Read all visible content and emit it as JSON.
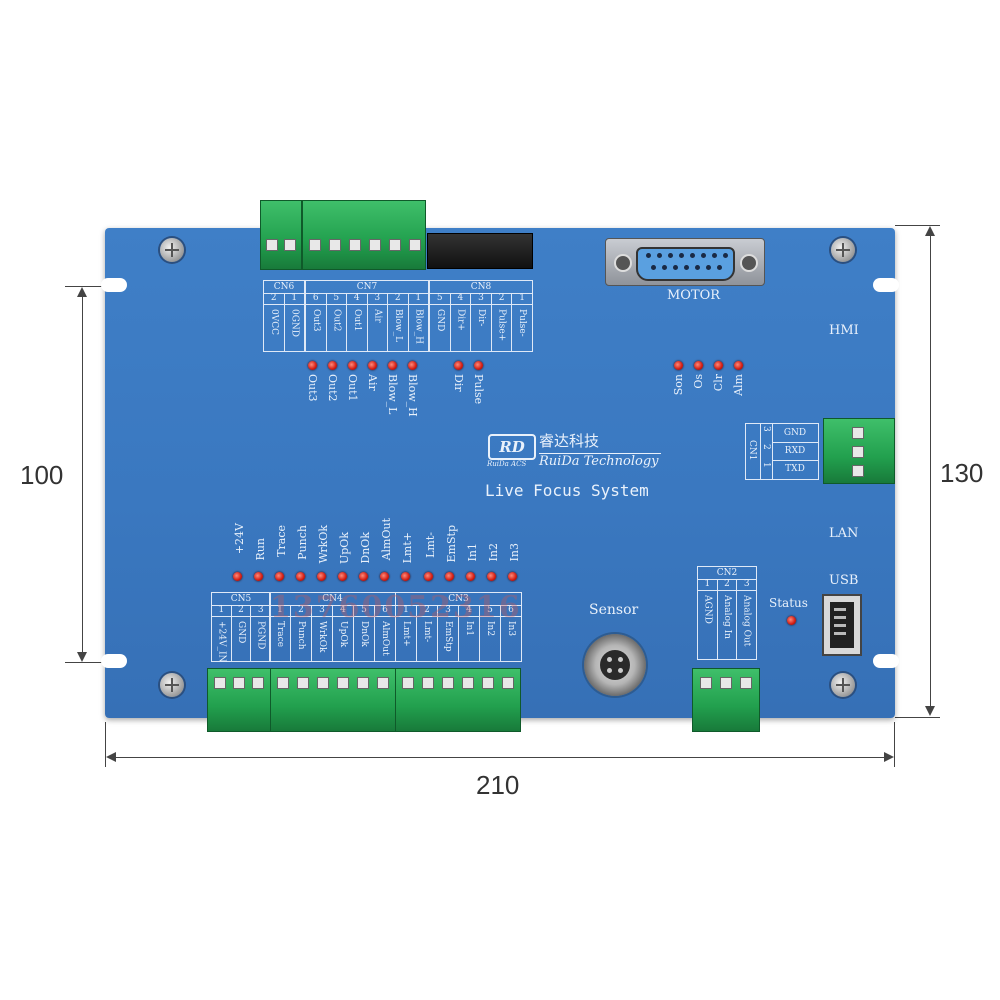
{
  "dimensions": {
    "left_height": "100",
    "right_height": "130",
    "width": "210"
  },
  "board": {
    "motor_label": "MOTOR",
    "hmi_label": "HMI",
    "lan_label": "LAN",
    "usb_label": "USB",
    "status_label": "Status",
    "sensor_label": "Sensor",
    "brand_cn": "睿达科技",
    "brand_en": "RuiDa Technology",
    "brand_small": "RuiDa ACS",
    "logo": "RD",
    "product_name": "Live Focus System",
    "watermark": "13760052316"
  },
  "cn6": {
    "name": "CN6",
    "nums": [
      "2",
      "1"
    ],
    "pins": [
      "0VCC",
      "0GND"
    ]
  },
  "cn7": {
    "name": "CN7",
    "nums": [
      "6",
      "5",
      "4",
      "3",
      "2",
      "1"
    ],
    "pins": [
      "Out3",
      "Out2",
      "Out1",
      "Air",
      "Blow_L",
      "Blow_H"
    ]
  },
  "cn8": {
    "name": "CN8",
    "nums": [
      "5",
      "4",
      "3",
      "2",
      "1"
    ],
    "pins": [
      "GND",
      "Dir+",
      "Dir-",
      "Pulse+",
      "Pulse-"
    ]
  },
  "top_leds": [
    "Out3",
    "Out2",
    "Out1",
    "Air",
    "Blow_L",
    "Blow_H"
  ],
  "dir_leds": [
    "Dir",
    "Pulse"
  ],
  "servo_leds": [
    "Son",
    "Os",
    "Clr",
    "Alm"
  ],
  "cn1": {
    "name": "CN1",
    "nums": [
      "3",
      "2",
      "1"
    ],
    "pins": [
      "GND",
      "RXD",
      "TXD"
    ]
  },
  "bottom_leds": [
    "+24V",
    "Run",
    "Trace",
    "Punch",
    "WrkOk",
    "UpOk",
    "DnOk",
    "AlmOut",
    "Lmt+",
    "Lmt-",
    "EmStp",
    "In1",
    "In2",
    "In3"
  ],
  "cn5": {
    "name": "CN5",
    "nums": [
      "1",
      "2",
      "3"
    ],
    "pins": [
      "+24V_IN",
      "GND",
      "PGND"
    ]
  },
  "cn4": {
    "name": "CN4",
    "nums": [
      "1",
      "2",
      "3",
      "4",
      "5",
      "6"
    ],
    "pins": [
      "Trace",
      "Punch",
      "WrkOk",
      "UpOk",
      "DnOk",
      "AlmOut"
    ]
  },
  "cn3": {
    "name": "CN3",
    "nums": [
      "1",
      "2",
      "3",
      "4",
      "5",
      "6"
    ],
    "pins": [
      "Lmt+",
      "Lmt-",
      "EmStp",
      "In1",
      "In2",
      "In3"
    ]
  },
  "cn2": {
    "name": "CN2",
    "nums": [
      "1",
      "2",
      "3"
    ],
    "pins": [
      "AGND",
      "Analog In",
      "Analog Out"
    ]
  }
}
